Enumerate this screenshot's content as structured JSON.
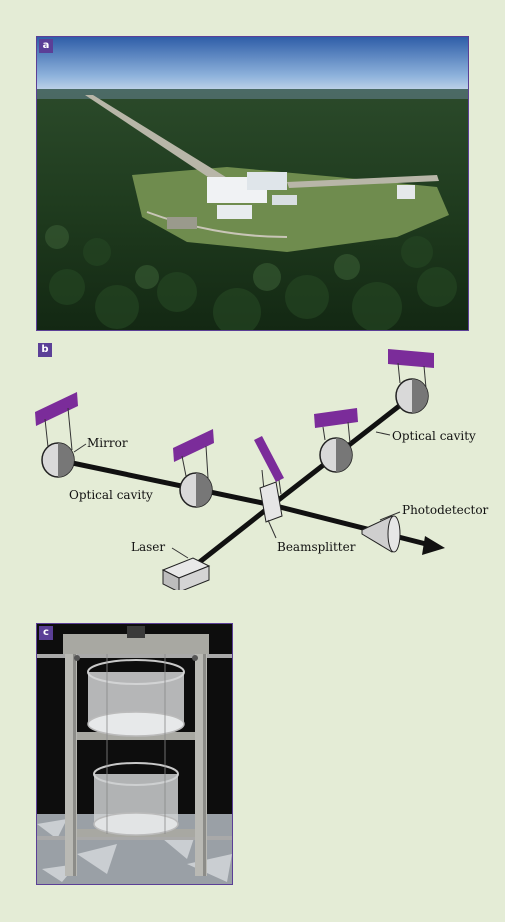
{
  "panels": {
    "a": {
      "label": "a"
    },
    "b": {
      "label": "b",
      "labels": {
        "mirror": "Mirror",
        "optical_cavity_left": "Optical cavity",
        "optical_cavity_right": "Optical cavity",
        "photodetector": "Photodetector",
        "laser": "Laser",
        "beamsplitter": "Beamsplitter"
      }
    },
    "c": {
      "label": "c"
    }
  },
  "colors": {
    "background": "#e4ecd6",
    "accent": "#5b3f97",
    "mirror_mount": "#7b2c9a"
  }
}
